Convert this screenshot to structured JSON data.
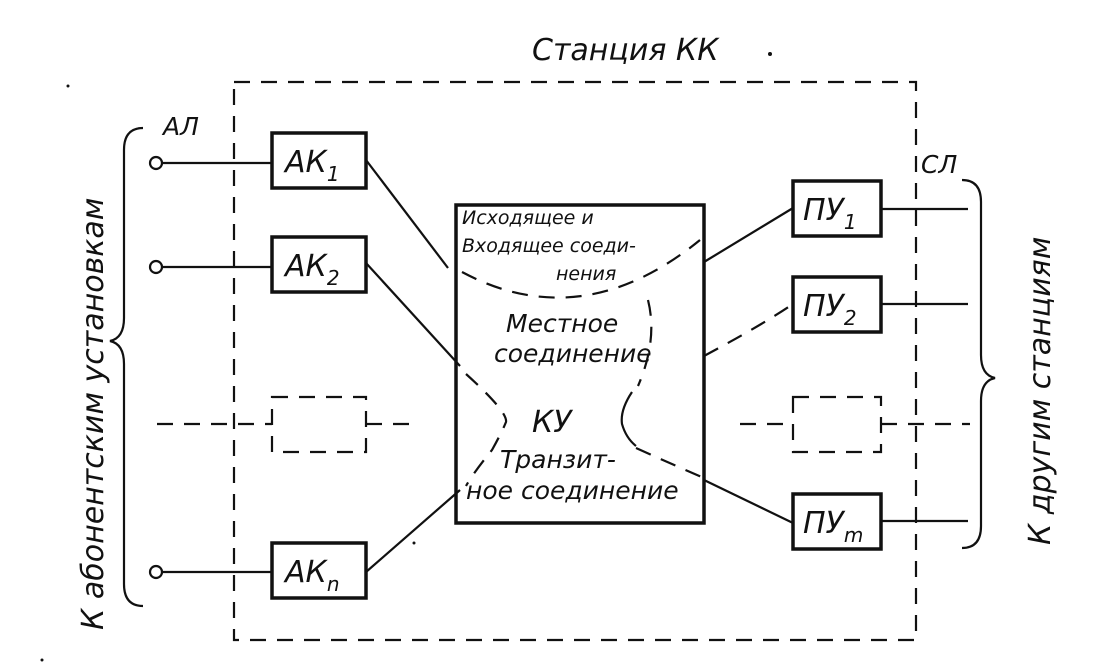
{
  "station_title": "Станция КК",
  "left_line_label": "АЛ",
  "right_line_label": "СЛ",
  "left_side_label": "К абонентским установкам",
  "right_side_label": "К другим станциям",
  "subscriber_sets": [
    {
      "base": "АК",
      "sub": "1"
    },
    {
      "base": "АК",
      "sub": "2"
    },
    {
      "base": "АК",
      "sub": "n"
    }
  ],
  "trunk_units": [
    {
      "base": "ПУ",
      "sub": "1"
    },
    {
      "base": "ПУ",
      "sub": "2"
    },
    {
      "base": "ПУ",
      "sub": "m"
    }
  ],
  "switch": {
    "label": "КУ",
    "outgoing_incoming": [
      "Исходящее и",
      "Входящее соеди-",
      "нения"
    ],
    "local": [
      "Местное",
      "соединение"
    ],
    "transit": [
      "Транзит-",
      "ное соединение"
    ]
  }
}
